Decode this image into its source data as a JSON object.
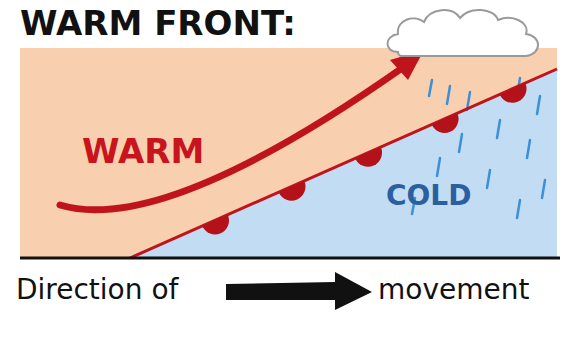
{
  "diagram": {
    "title": "WARM FRONT:",
    "labels": [
      "WARM",
      "COLD",
      "Direction of",
      "movement"
    ]
  }
}
